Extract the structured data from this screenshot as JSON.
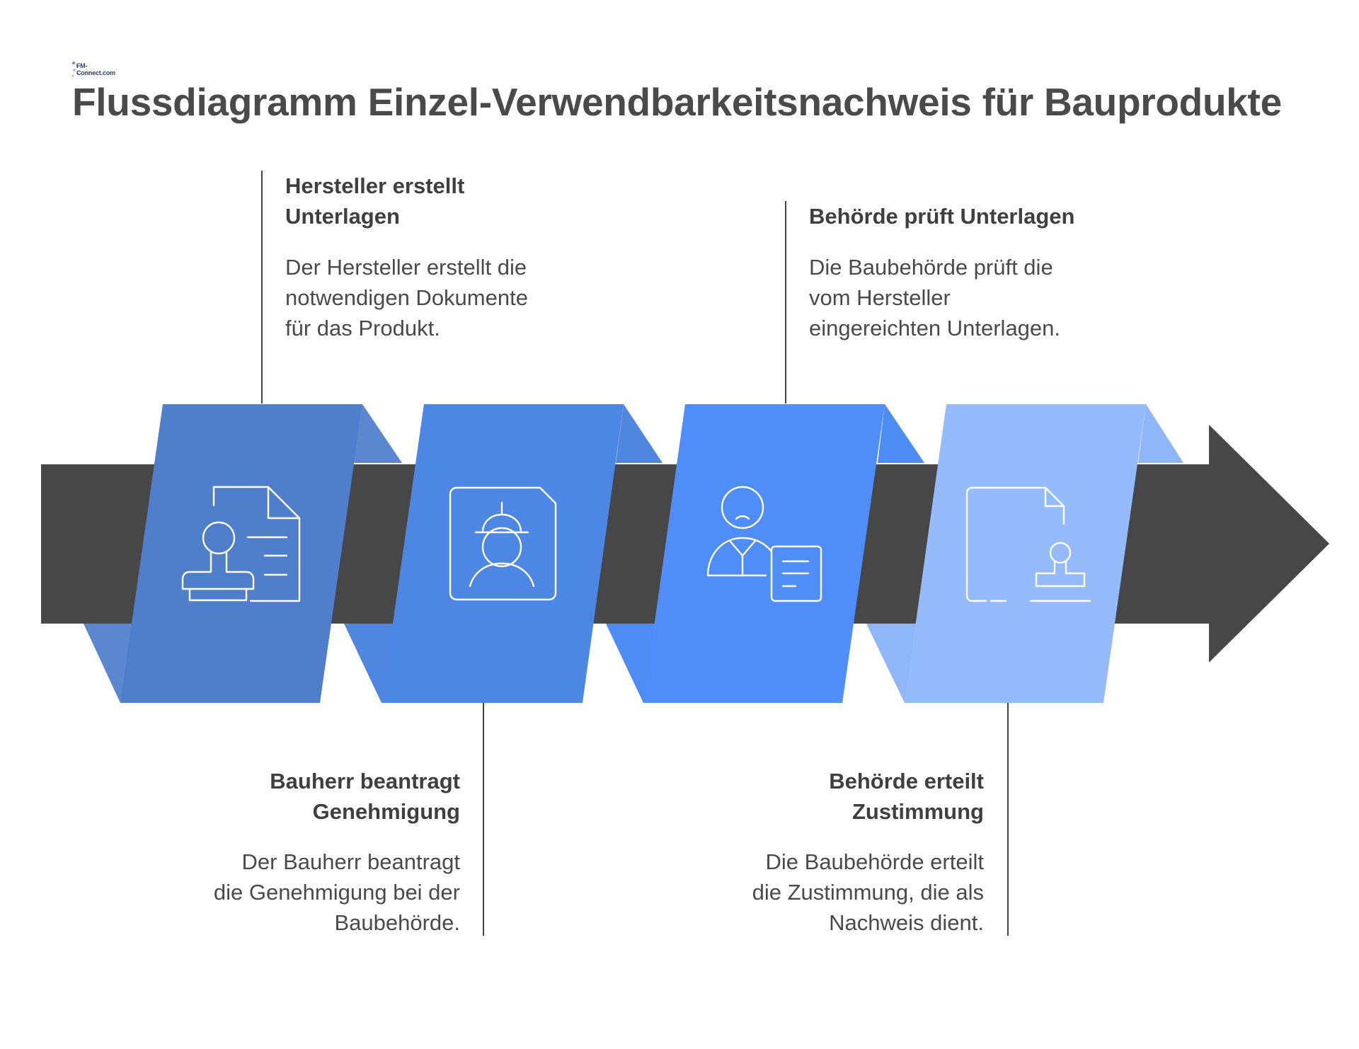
{
  "logo": {
    "text": "FM-Connect.com",
    "icon": "fm-connect-logo"
  },
  "title": "Flussdiagramm Einzel-Verwendbarkeitsnachweis für Bauprodukte",
  "colors": {
    "arrow": "#474747",
    "step1": "#4f7fcb",
    "step1_fold": "#5a87cf",
    "step2": "#4d87e4",
    "step2_fold": "#4f86df",
    "step3": "#4f8df8",
    "step3_fold": "#4d8cf5",
    "step4": "#95bbfc",
    "step4_fold": "#8fb6f8",
    "connector": "#444444",
    "icon_stroke": "#ffffff"
  },
  "steps": [
    {
      "title": "Hersteller erstellt\nUnterlagen",
      "description": "Der Hersteller erstellt die\nnotwendigen Dokumente\nfür das Produkt.",
      "icon": "document-stamp-icon"
    },
    {
      "title": "Bauherr beantragt\nGenehmigung",
      "description": "Der Bauherr beantragt\ndie Genehmigung bei der\nBaubehörde.",
      "icon": "construction-worker-id-icon"
    },
    {
      "title": "Behörde prüft Unterlagen",
      "description": "Die Baubehörde prüft die\nvom Hersteller\neingereichten Unterlagen.",
      "icon": "official-with-document-icon"
    },
    {
      "title": "Behörde erteilt\nZustimmung",
      "description": "Die Baubehörde erteilt\ndie Zustimmung, die als\nNachweis dient.",
      "icon": "approval-stamp-document-icon"
    }
  ]
}
